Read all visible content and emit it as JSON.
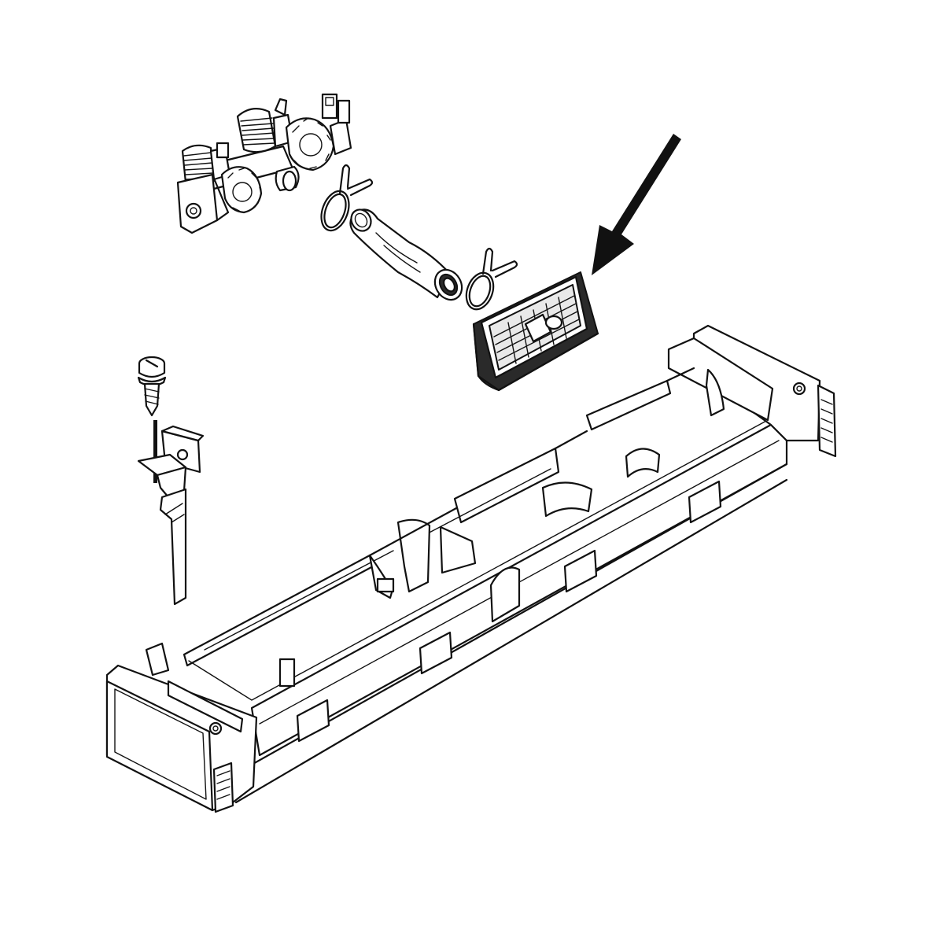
{
  "diagram": {
    "type": "exploded-parts-view",
    "highlighted_part": "dispenser-inlet-grille",
    "colors": {
      "line": "#111111",
      "background": "#ffffff",
      "shade": "#e9e9e9",
      "dark": "#2a2a2a"
    },
    "parts": [
      {
        "id": "water-inlet-valve",
        "icon": "dual-solenoid-valve"
      },
      {
        "id": "hose-clamp-upper",
        "icon": "spring-clamp"
      },
      {
        "id": "inlet-hose",
        "icon": "hose"
      },
      {
        "id": "hose-clamp-lower",
        "icon": "spring-clamp"
      },
      {
        "id": "dispenser-inlet-grille",
        "icon": "grille"
      },
      {
        "id": "mounting-screw",
        "icon": "screw"
      },
      {
        "id": "lid-switch",
        "icon": "switch"
      },
      {
        "id": "dispenser-tray-housing",
        "icon": "tray"
      }
    ],
    "callout": {
      "icon": "arrow",
      "points_to": "dispenser-inlet-grille"
    }
  }
}
